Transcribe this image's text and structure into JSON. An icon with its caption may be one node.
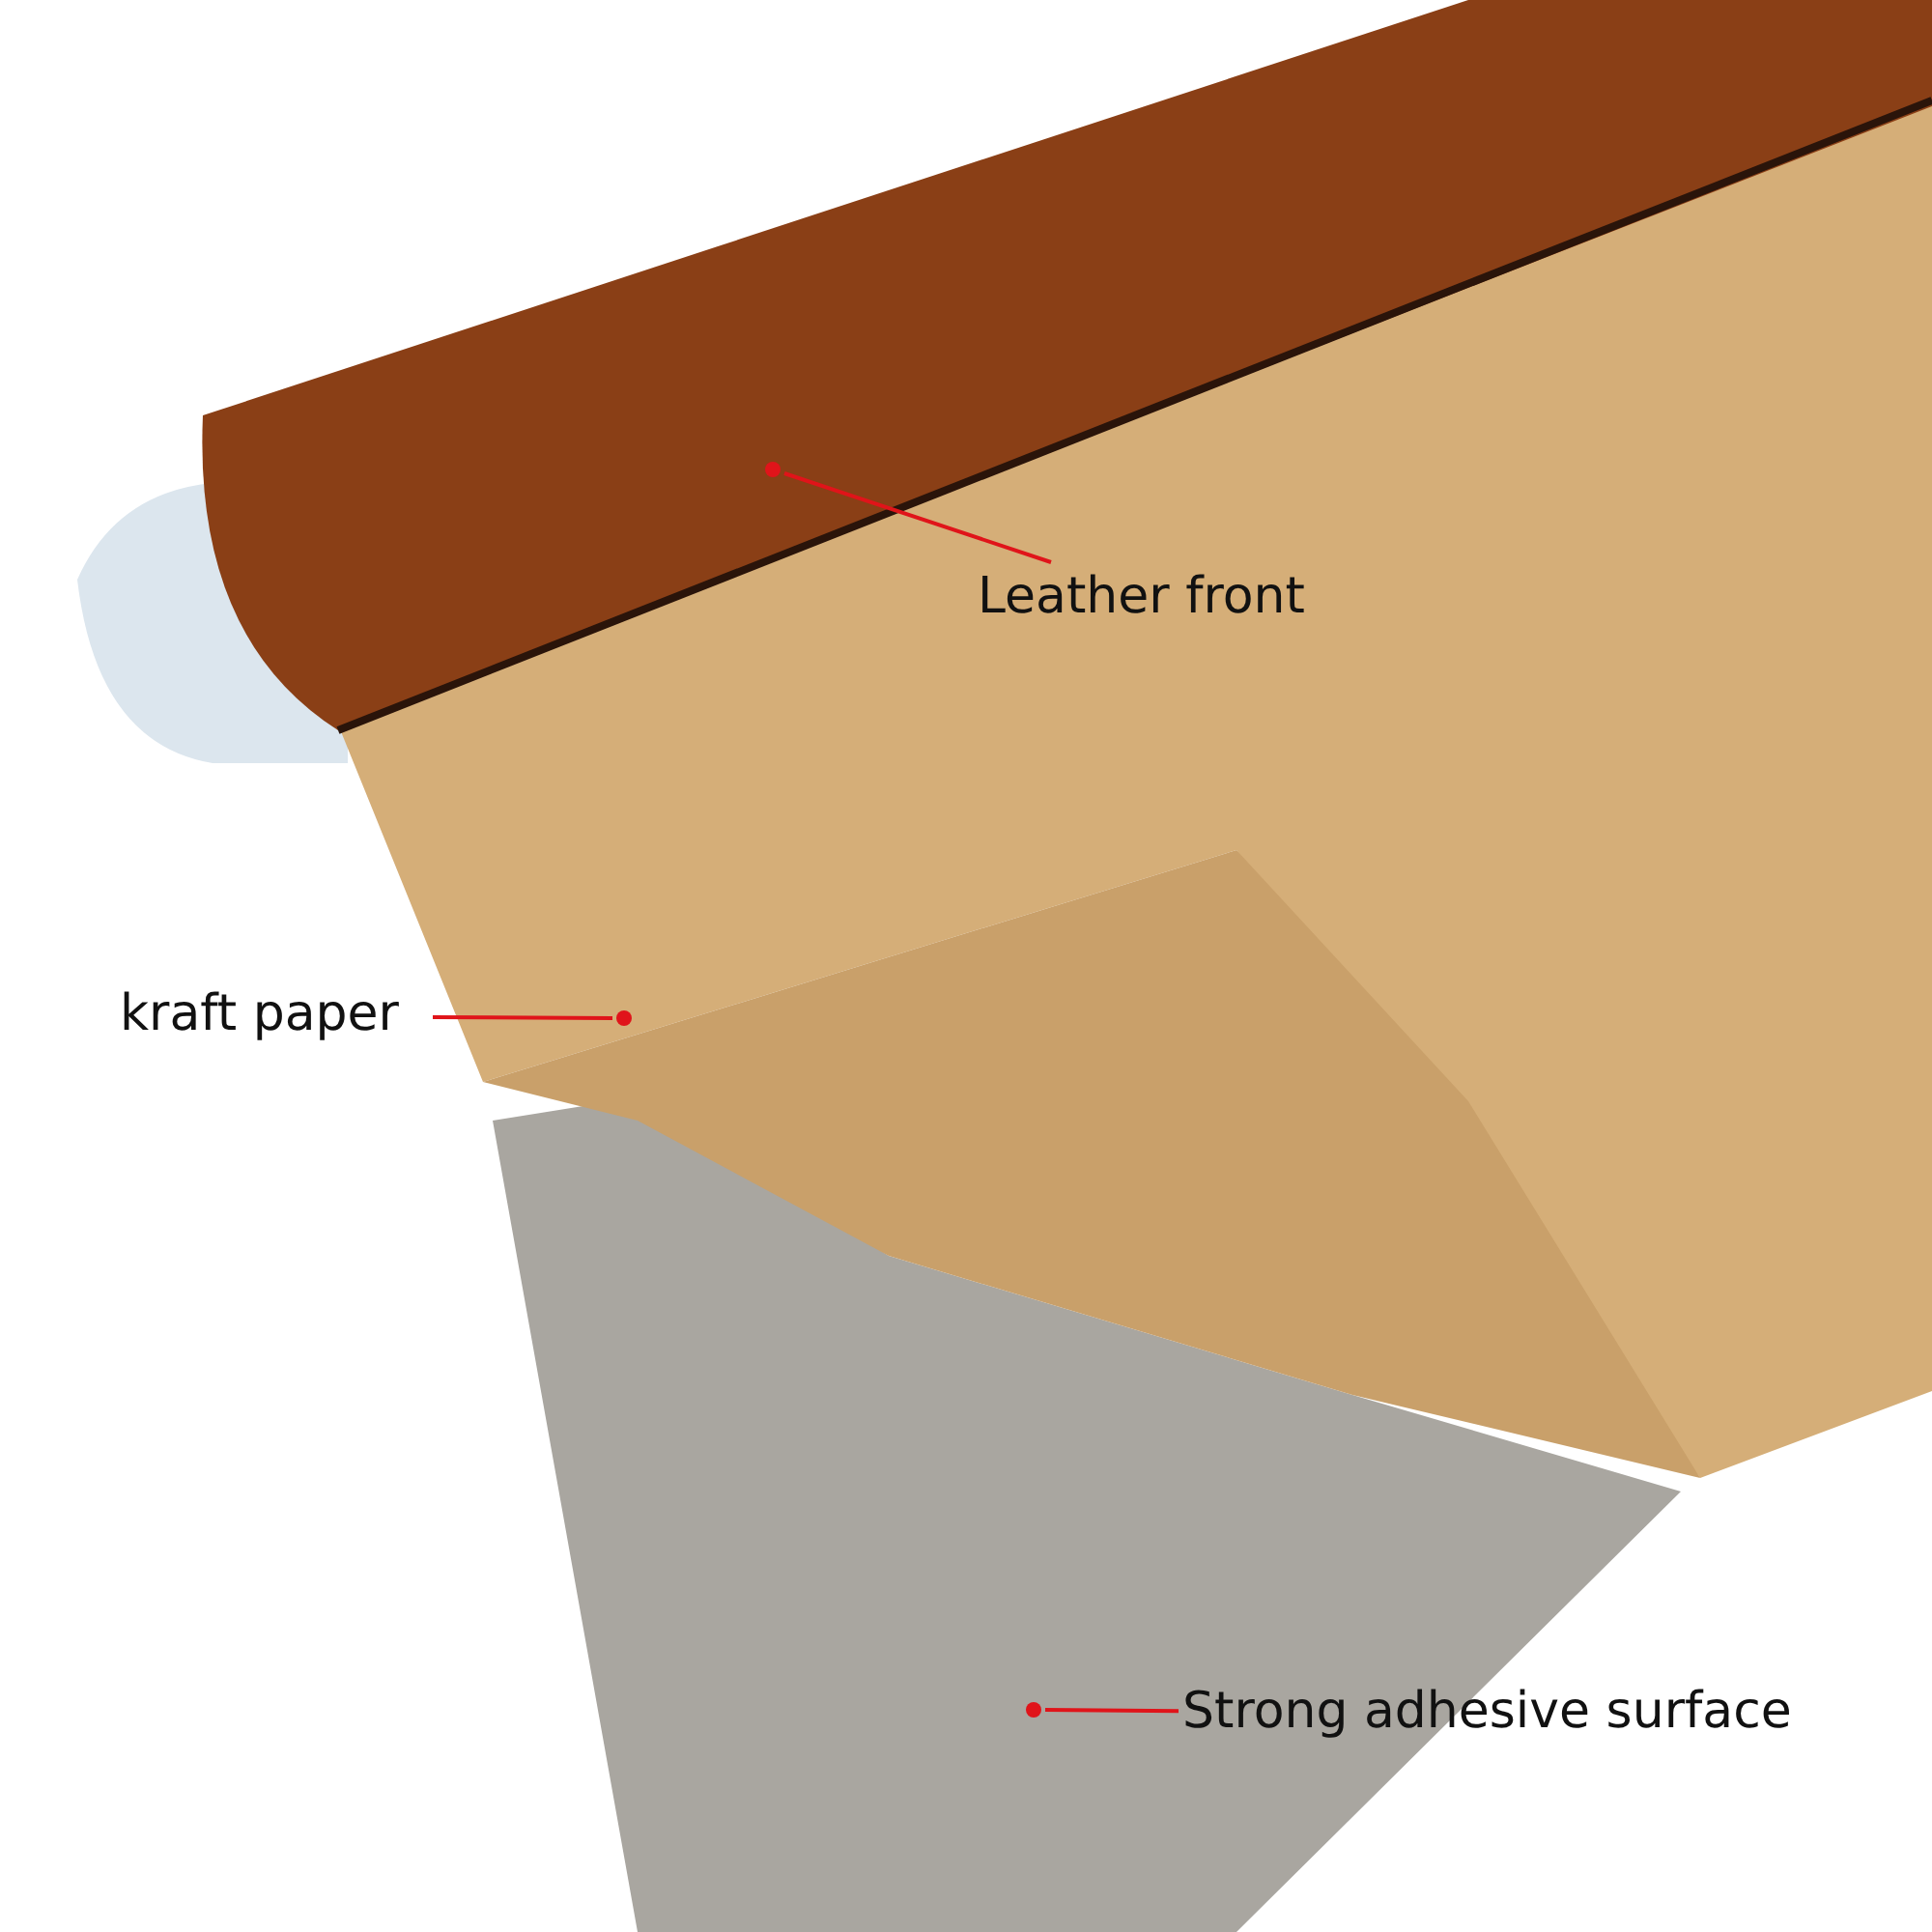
{
  "diagram": {
    "nodes": [
      {
        "text": [],
        "shape": "circle"
      },
      {
        "text": [
          "Leather front"
        ]
      },
      {
        "text": [
          "kraft paper"
        ]
      },
      {
        "text": [],
        "shape": "circle"
      },
      {
        "text": [],
        "shape": "circle"
      },
      {
        "text": [
          "Strong adhesive surface"
        ]
      }
    ],
    "edges": [
      {
        "from": 1,
        "to": 0,
        "arrow": "none"
      },
      {
        "from": 2,
        "to": 3,
        "arrow": "none"
      },
      {
        "from": 5,
        "to": 4,
        "arrow": "none"
      }
    ]
  }
}
